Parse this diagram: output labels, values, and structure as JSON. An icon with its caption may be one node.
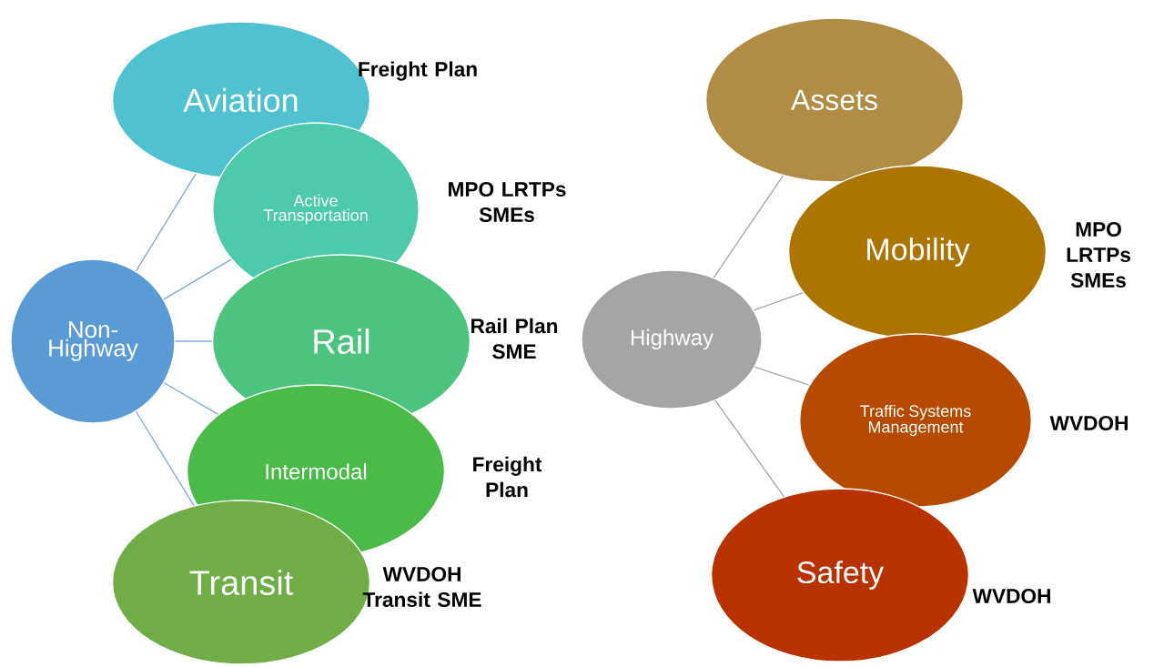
{
  "diagram": {
    "nodes": [
      {
        "text": [
          "Non-Highway"
        ]
      },
      {
        "text": [
          "Aviation"
        ],
        "beside": [
          "Freight Plan"
        ]
      },
      {
        "text": [
          "Active Transportation"
        ],
        "beside": [
          "MPO LRTPs SMEs"
        ]
      },
      {
        "text": [
          "Rail"
        ],
        "beside": [
          "Rail Plan SME"
        ]
      },
      {
        "text": [
          "Intermodal"
        ],
        "beside": [
          "Freight Plan"
        ]
      },
      {
        "text": [
          "Transit"
        ],
        "beside": [
          "WVDOH Transit SME"
        ]
      },
      {
        "text": [
          "Highway"
        ]
      },
      {
        "text": [
          "Assets"
        ]
      },
      {
        "text": [
          "Mobility"
        ],
        "beside": [
          "MPO LRTPs SMEs"
        ]
      },
      {
        "text": [
          "Traffic Systems Management"
        ],
        "beside": [
          "WVDOH"
        ]
      },
      {
        "text": [
          "Safety"
        ],
        "beside": [
          "WVDOH"
        ]
      }
    ],
    "edges": [
      {
        "from": 0,
        "to": 1,
        "arrow": "none"
      },
      {
        "from": 0,
        "to": 2,
        "arrow": "none"
      },
      {
        "from": 0,
        "to": 3,
        "arrow": "none"
      },
      {
        "from": 0,
        "to": 4,
        "arrow": "none"
      },
      {
        "from": 0,
        "to": 5,
        "arrow": "none"
      },
      {
        "from": 6,
        "to": 7,
        "arrow": "none",
        "color": "#a6a6a6"
      },
      {
        "from": 6,
        "to": 8,
        "arrow": "none",
        "color": "#a6a6a6"
      },
      {
        "from": 6,
        "to": 9,
        "arrow": "none",
        "color": "#a6a6a6"
      },
      {
        "from": 6,
        "to": 10,
        "arrow": "none",
        "color": "#a6a6a6"
      }
    ]
  }
}
